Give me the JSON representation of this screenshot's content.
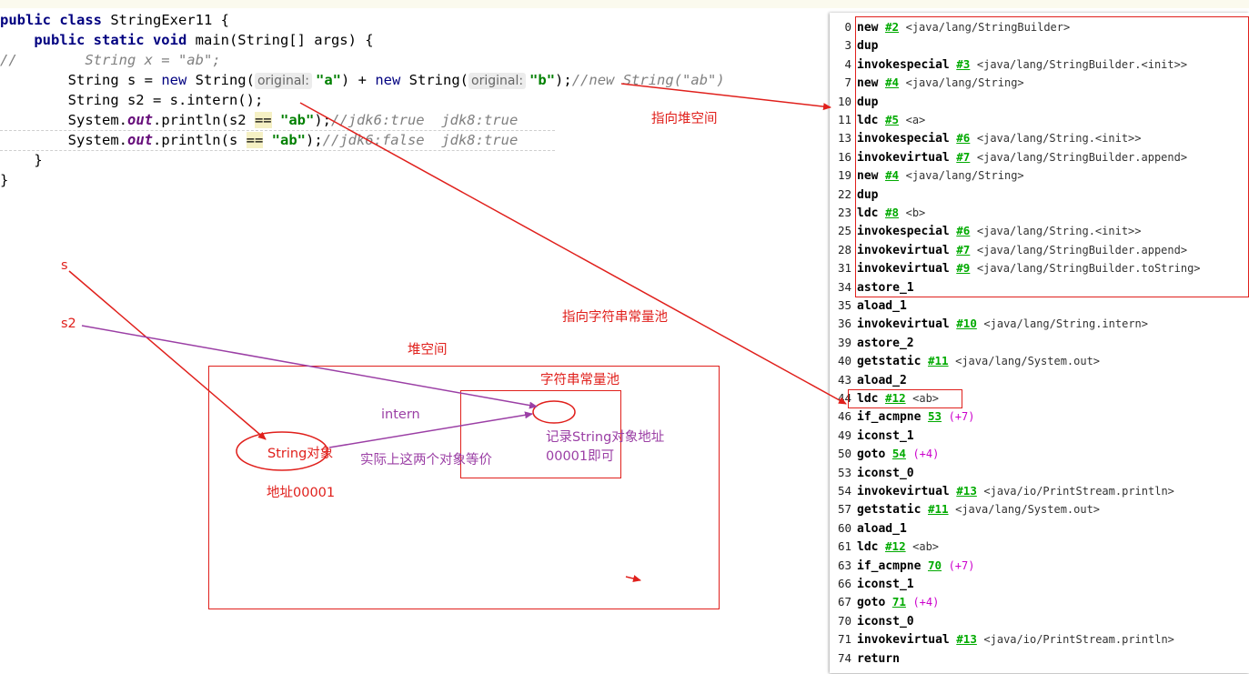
{
  "editor": {
    "lines": [
      {
        "parts": [
          {
            "t": "public class ",
            "c": "kw"
          },
          {
            "t": "StringExer11 {",
            "c": ""
          }
        ]
      },
      {
        "parts": [
          {
            "t": "    public static void ",
            "c": "kw"
          },
          {
            "t": "main(String[] args) {",
            "c": ""
          }
        ]
      },
      {
        "parts": [
          {
            "t": "//        String x = \"ab\";",
            "c": "cmt"
          }
        ]
      },
      {
        "parts": [
          {
            "t": "        String s = ",
            "c": ""
          },
          {
            "t": "new ",
            "c": "kwl"
          },
          {
            "t": "String(",
            "c": ""
          },
          {
            "t": "original:",
            "c": "hint"
          },
          {
            "t": "\"a\"",
            "c": "str"
          },
          {
            "t": ") + ",
            "c": ""
          },
          {
            "t": "new ",
            "c": "kwl"
          },
          {
            "t": "String(",
            "c": ""
          },
          {
            "t": "original:",
            "c": "hint"
          },
          {
            "t": "\"b\"",
            "c": "str"
          },
          {
            "t": ");",
            "c": ""
          },
          {
            "t": "//new String(\"ab\")",
            "c": "cmt"
          }
        ]
      },
      {
        "parts": [
          {
            "t": "        String s2 = s.intern();",
            "c": ""
          }
        ]
      },
      {
        "parts": [
          {
            "t": "        System.",
            "c": ""
          },
          {
            "t": "out",
            "c": "fld"
          },
          {
            "t": ".println(s2 ",
            "c": ""
          },
          {
            "t": "==",
            "c": "hl"
          },
          {
            "t": " ",
            "c": ""
          },
          {
            "t": "\"ab\"",
            "c": "str"
          },
          {
            "t": ");",
            "c": ""
          },
          {
            "t": "//jdk6:true  jdk8:true",
            "c": "cmt"
          }
        ]
      },
      {
        "parts": [
          {
            "t": "        System.",
            "c": ""
          },
          {
            "t": "out",
            "c": "fld"
          },
          {
            "t": ".println(s ",
            "c": ""
          },
          {
            "t": "==",
            "c": "hl"
          },
          {
            "t": " ",
            "c": ""
          },
          {
            "t": "\"ab\"",
            "c": "str"
          },
          {
            "t": ");",
            "c": ""
          },
          {
            "t": "//jdk6:false  jdk8:true",
            "c": "cmt"
          }
        ]
      },
      {
        "parts": [
          {
            "t": "    }",
            "c": ""
          }
        ]
      },
      {
        "parts": [
          {
            "t": "}",
            "c": ""
          }
        ]
      }
    ]
  },
  "bytecode": [
    {
      "off": "0",
      "op": "new",
      "ref": "#2",
      "cmt": "<java/lang/StringBuilder>"
    },
    {
      "off": "3",
      "op": "dup"
    },
    {
      "off": "4",
      "op": "invokespecial",
      "ref": "#3",
      "cmt": "<java/lang/StringBuilder.<init>>"
    },
    {
      "off": "7",
      "op": "new",
      "ref": "#4",
      "cmt": "<java/lang/String>"
    },
    {
      "off": "10",
      "op": "dup"
    },
    {
      "off": "11",
      "op": "ldc",
      "ref": "#5",
      "cmt": "<a>"
    },
    {
      "off": "13",
      "op": "invokespecial",
      "ref": "#6",
      "cmt": "<java/lang/String.<init>>"
    },
    {
      "off": "16",
      "op": "invokevirtual",
      "ref": "#7",
      "cmt": "<java/lang/StringBuilder.append>"
    },
    {
      "off": "19",
      "op": "new",
      "ref": "#4",
      "cmt": "<java/lang/String>"
    },
    {
      "off": "22",
      "op": "dup"
    },
    {
      "off": "23",
      "op": "ldc",
      "ref": "#8",
      "cmt": "<b>"
    },
    {
      "off": "25",
      "op": "invokespecial",
      "ref": "#6",
      "cmt": "<java/lang/String.<init>>"
    },
    {
      "off": "28",
      "op": "invokevirtual",
      "ref": "#7",
      "cmt": "<java/lang/StringBuilder.append>"
    },
    {
      "off": "31",
      "op": "invokevirtual",
      "ref": "#9",
      "cmt": "<java/lang/StringBuilder.toString>"
    },
    {
      "off": "34",
      "op": "astore_1"
    },
    {
      "off": "35",
      "op": "aload_1"
    },
    {
      "off": "36",
      "op": "invokevirtual",
      "ref": "#10",
      "cmt": "<java/lang/String.intern>"
    },
    {
      "off": "39",
      "op": "astore_2"
    },
    {
      "off": "40",
      "op": "getstatic",
      "ref": "#11",
      "cmt": "<java/lang/System.out>"
    },
    {
      "off": "43",
      "op": "aload_2"
    },
    {
      "off": "44",
      "op": "ldc",
      "ref": "#12",
      "cmt": "<ab>"
    },
    {
      "off": "46",
      "op": "if_acmpne",
      "ref": "53",
      "jmp": "(+7)"
    },
    {
      "off": "49",
      "op": "iconst_1"
    },
    {
      "off": "50",
      "op": "goto",
      "ref": "54",
      "jmp": "(+4)"
    },
    {
      "off": "53",
      "op": "iconst_0"
    },
    {
      "off": "54",
      "op": "invokevirtual",
      "ref": "#13",
      "cmt": "<java/io/PrintStream.println>"
    },
    {
      "off": "57",
      "op": "getstatic",
      "ref": "#11",
      "cmt": "<java/lang/System.out>"
    },
    {
      "off": "60",
      "op": "aload_1"
    },
    {
      "off": "61",
      "op": "ldc",
      "ref": "#12",
      "cmt": "<ab>"
    },
    {
      "off": "63",
      "op": "if_acmpne",
      "ref": "70",
      "jmp": "(+7)"
    },
    {
      "off": "66",
      "op": "iconst_1"
    },
    {
      "off": "67",
      "op": "goto",
      "ref": "71",
      "jmp": "(+4)"
    },
    {
      "off": "70",
      "op": "iconst_0"
    },
    {
      "off": "71",
      "op": "invokevirtual",
      "ref": "#13",
      "cmt": "<java/io/PrintStream.println>"
    },
    {
      "off": "74",
      "op": "return"
    }
  ],
  "annotations": {
    "to_heap": "指向堆空间",
    "to_pool": "指向字符串常量池",
    "var_s": "s",
    "var_s2": "s2",
    "heap_space": "堆空间",
    "string_pool": "字符串常量池",
    "intern": "intern",
    "string_object": "String对象",
    "address": "地址00001",
    "equivalent": "实际上这两个对象等价",
    "record_line1": "记录String对象地址",
    "record_line2": "00001即可"
  },
  "colors": {
    "annotation_red": "#e0201c",
    "annotation_purple": "#9b3fa5",
    "bytecode_ref_green": "#00aa00",
    "jump_magenta": "#cc00cc"
  }
}
